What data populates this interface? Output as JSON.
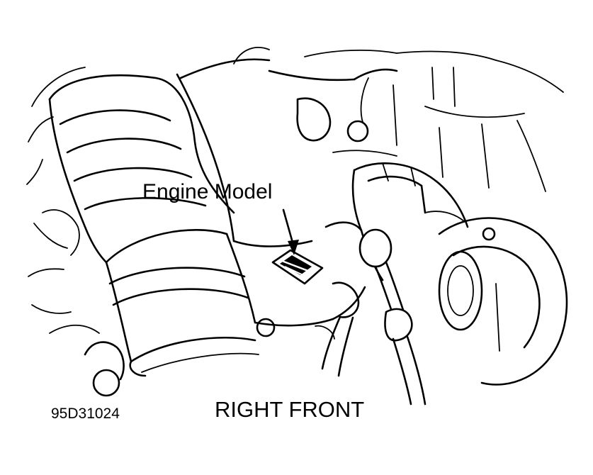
{
  "figure": {
    "callout_label": "Engine Model",
    "caption": "RIGHT FRONT",
    "figure_id": "95D31024"
  },
  "colors": {
    "ink": "#000000",
    "paper": "#ffffff"
  }
}
